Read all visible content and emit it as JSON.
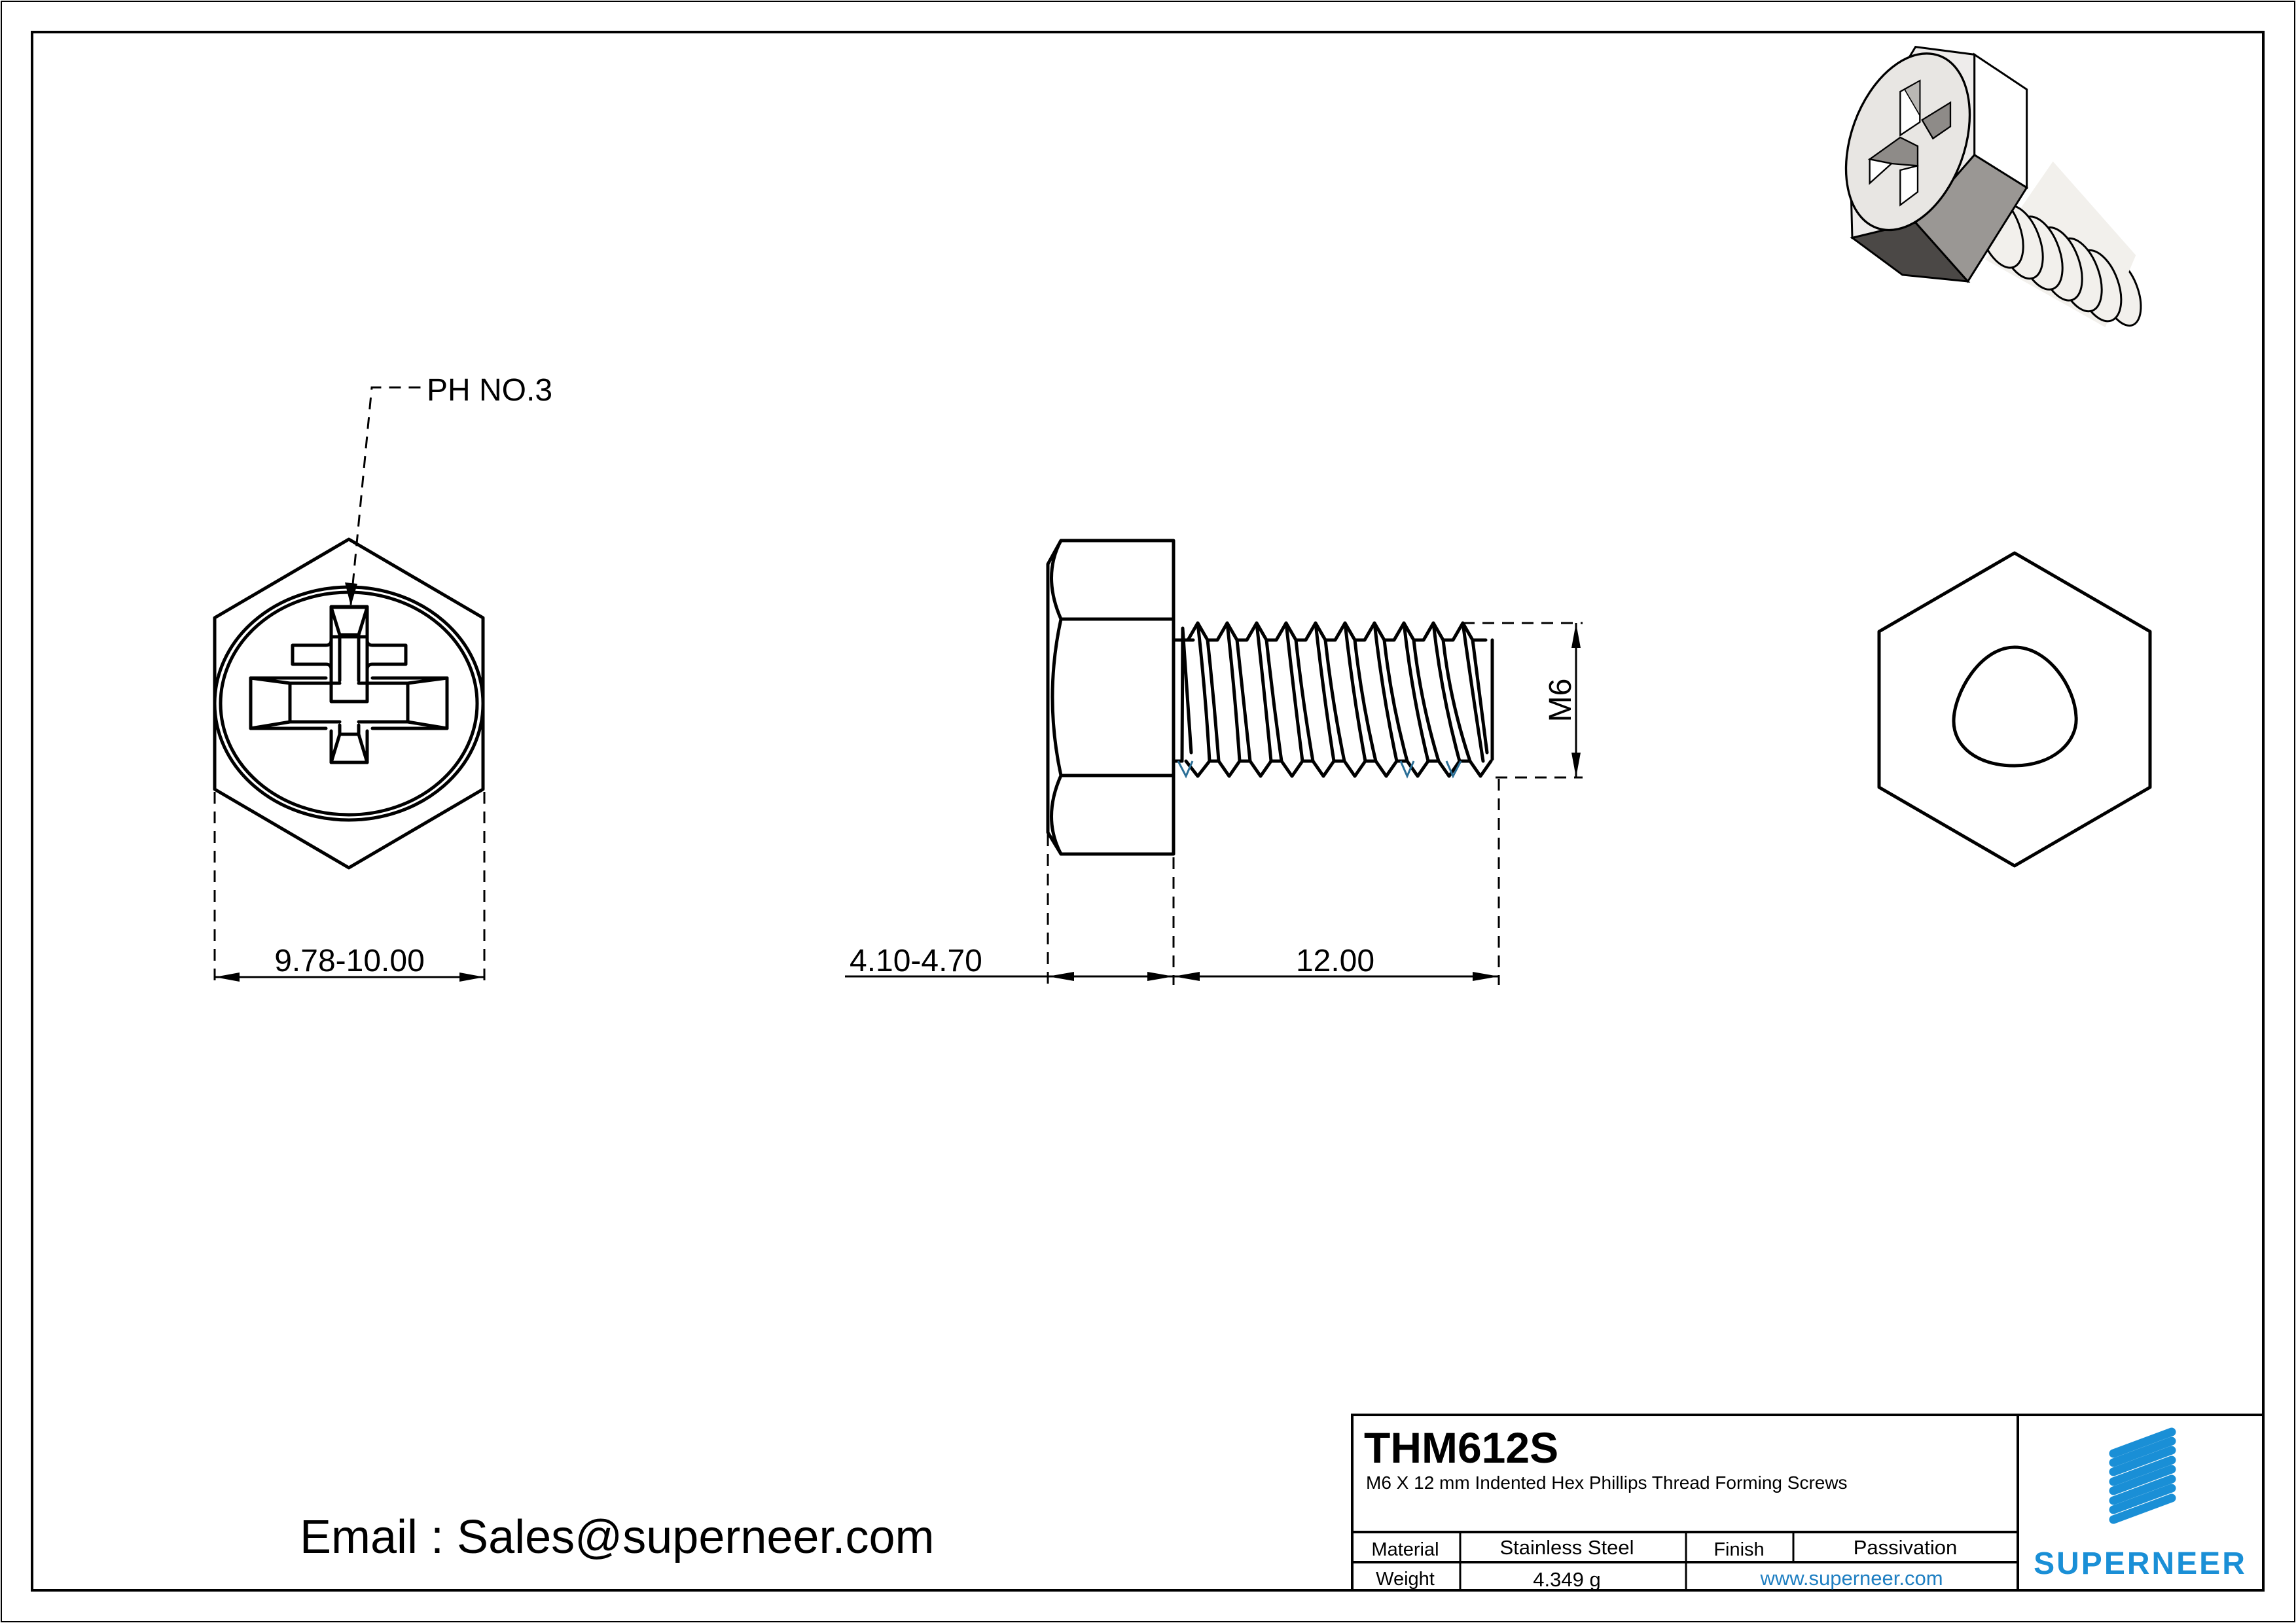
{
  "drawing": {
    "callouts": {
      "recess": "PH NO.3",
      "across_flats": "9.78-10.00",
      "head_height": "4.10-4.70",
      "length": "12.00",
      "thread": "M6"
    },
    "views": [
      "front-view-recess",
      "side-view",
      "end-view-trilobular",
      "isometric-view"
    ]
  },
  "footer": {
    "email": "Email : Sales@superneer.com"
  },
  "title_block": {
    "part_number": "THM612S",
    "description": "M6 X 12 mm Indented Hex Phillips Thread Forming Screws",
    "rows": [
      {
        "label1": "Material",
        "value1": "Stainless Steel",
        "label2": "Finish",
        "value2": "Passivation"
      },
      {
        "label1": "Weight",
        "value1": "4.349 g",
        "website": "www.superneer.com"
      }
    ],
    "brand": "SUPERNEER"
  },
  "colors": {
    "brand_blue": "#1a8fd6",
    "link_blue": "#1f7fc2",
    "line": "#000000",
    "thread_accent": "#2a6f97"
  }
}
